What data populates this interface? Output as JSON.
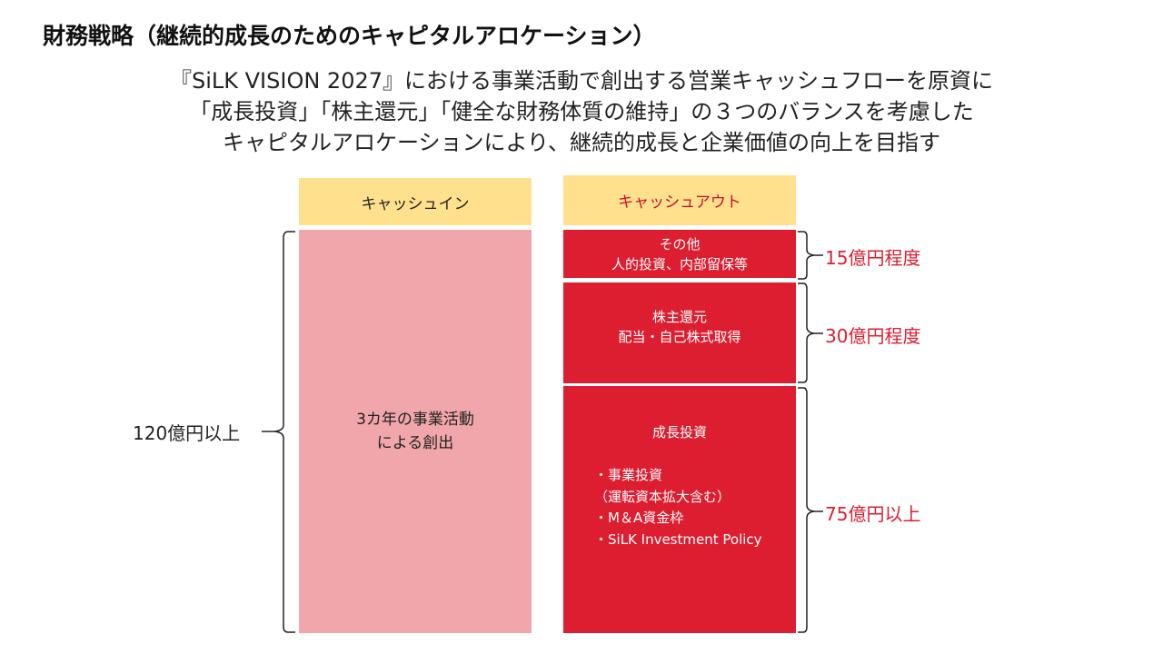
{
  "title": "財務戦略（継続的成長のためのキャピタルアロケーション）",
  "subtitle": {
    "line1": "『SiLK VISION 2027』における事業活動で創出する営業キャッシュフローを原資に",
    "line2": "「成長投資」「株主還元」「健全な財務体質の維持」の３つのバランスを考慮した",
    "line3": "キャピタルアロケーションにより、継続的成長と企業価値の向上を目指す"
  },
  "cash_in": {
    "header": "キャッシュイン",
    "body_line1": "3カ年の事業活動",
    "body_line2": "による創出",
    "amount": "120億円以上"
  },
  "cash_out": {
    "header": "キャッシュアウト",
    "other": {
      "line1": "その他",
      "line2": "人的投資、内部留保等",
      "amount": "15億円程度"
    },
    "shareholder": {
      "line1": "株主還元",
      "line2": "配当・自己株式取得",
      "amount": "30億円程度"
    },
    "growth": {
      "title": "成長投資",
      "bullets": [
        "・事業投資",
        "（運転資本拡大含む）",
        "・M＆A資金枠",
        "・SiLK Investment Policy"
      ],
      "amount": "75億円以上"
    }
  },
  "colors": {
    "header_yellow": "#ffe08c",
    "cash_in_pink": "#f0a6aa",
    "cash_out_red": "#dc1e30",
    "amount_red": "#dc1e30"
  }
}
